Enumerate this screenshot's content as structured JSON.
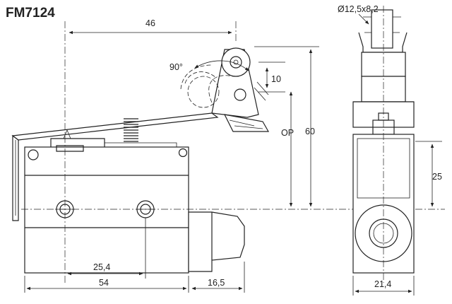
{
  "title": "FM7124",
  "dimensions": {
    "top_width": "46",
    "angle": "90°",
    "roller_offset": "10",
    "op": "OP",
    "height": "60",
    "roller_size": "Ø12,5x8,2",
    "right_height": "25",
    "hole_spacing": "25,4",
    "body_length": "54",
    "plunger_length": "16,5",
    "side_width": "21,4"
  },
  "colors": {
    "line": "#222222",
    "background": "#ffffff"
  }
}
